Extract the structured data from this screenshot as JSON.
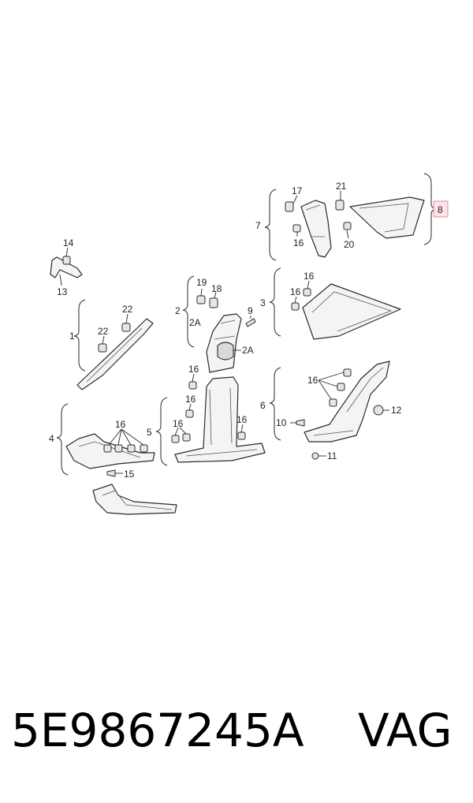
{
  "labels": {
    "l1": "1",
    "l2": "2",
    "l2a_a": "2A",
    "l2a_b": "2A",
    "l3": "3",
    "l4": "4",
    "l5": "5",
    "l6": "6",
    "l7": "7",
    "l8": "8",
    "l9": "9",
    "l10": "10",
    "l11": "11",
    "l12": "12",
    "l13": "13",
    "l14": "14",
    "l15": "15",
    "l16_a": "16",
    "l16_b": "16",
    "l16_c": "16",
    "l16_d": "16",
    "l16_e": "16",
    "l16_f": "16",
    "l16_g": "16",
    "l16_h": "16",
    "l16_i": "16",
    "l17": "17",
    "l18": "18",
    "l19": "19",
    "l20": "20",
    "l21": "21",
    "l22_a": "22",
    "l22_b": "22"
  },
  "footer": {
    "part_number": "5E9867245A",
    "brand": "VAG"
  },
  "colors": {
    "highlight_fill": "#fbe3e8",
    "highlight_stroke": "#e58a9c"
  }
}
